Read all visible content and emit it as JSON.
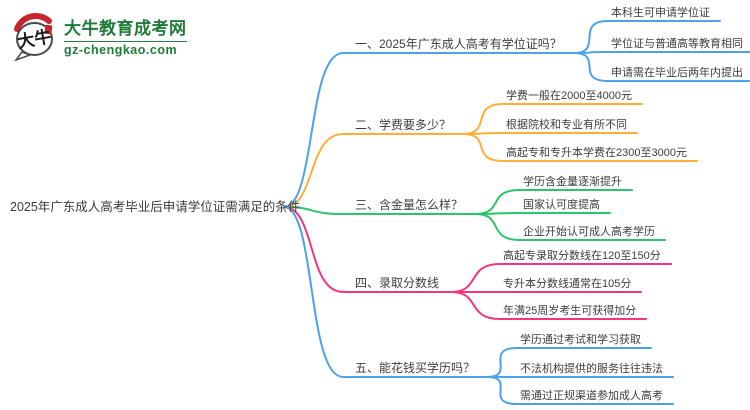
{
  "logo": {
    "site_name": "大牛教育成考网",
    "domain": "gz-chengkao.com",
    "icon_text": "大牛",
    "brand_green": "#1e7b38",
    "seal_red": "#c9252c"
  },
  "mindmap": {
    "root": "2025年广东成人高考毕业后申请学位证需满足的条件",
    "text_color": "#3d3d3d",
    "branches": [
      {
        "label": "一、2025年广东成人高考有学位证吗？",
        "color": "#4ba1ec",
        "children": [
          "本科生可申请学位证",
          "学位证与普通高等教育相同",
          "申请需在毕业后两年内提出"
        ]
      },
      {
        "label": "二、学费要多少？",
        "color": "#ffaf38",
        "children": [
          "学费一般在2000至4000元",
          "根据院校和专业有所不同",
          "高起专和专升本学费在2300至3000元"
        ]
      },
      {
        "label": "三、含金量怎么样？",
        "color": "#2ec46e",
        "children": [
          "学历含金量逐渐提升",
          "国家认可度提高",
          "企业开始认可成人高考学历"
        ]
      },
      {
        "label": "四、录取分数线",
        "color": "#f2357c",
        "children": [
          "高起专录取分数线在120至150分",
          "专升本分数线通常在105分",
          "年满25周岁考生可获得加分"
        ]
      },
      {
        "label": "五、能花钱买学历吗？",
        "color": "#4ba1ec",
        "children": [
          "学历通过考试和学习获取",
          "不法机构提供的服务往往违法",
          "需通过正规渠道参加成人高考"
        ]
      }
    ]
  }
}
